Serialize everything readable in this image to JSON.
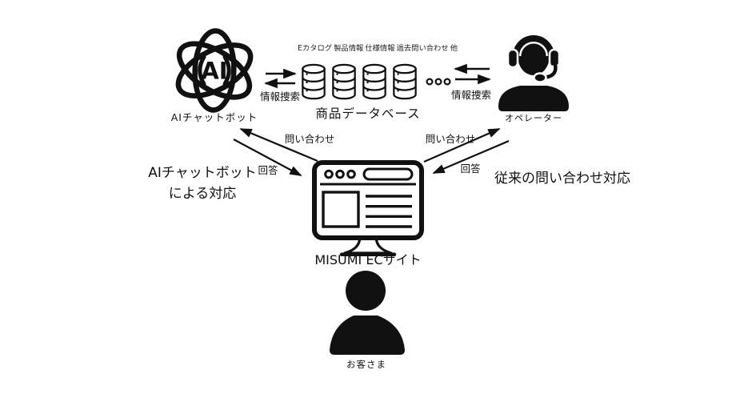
{
  "diagram": {
    "ai_chatbot": {
      "icon_text": "AI",
      "label": "AIチャットボット"
    },
    "product_database": {
      "label": "商品データベース",
      "sources": [
        "Eカタログ",
        "製品情報",
        "仕様情報",
        "過去問い合わせ",
        "他"
      ]
    },
    "operator": {
      "label": "オペレーター"
    },
    "ec_site": {
      "label": "MISUMI ECサイト"
    },
    "customer": {
      "label": "お客さま"
    },
    "arrow_labels": {
      "search_left": "情報捜索",
      "search_right": "情報捜索",
      "inquiry_left": "問い合わせ",
      "answer_left": "回答",
      "inquiry_right": "問い合わせ",
      "answer_right": "回答"
    },
    "captions": {
      "left_line1": "AIチャットボット",
      "left_line2": "による対応",
      "right": "従来の問い合わせ対応"
    },
    "colors": {
      "ink": "#111111",
      "background": "#ffffff"
    }
  }
}
